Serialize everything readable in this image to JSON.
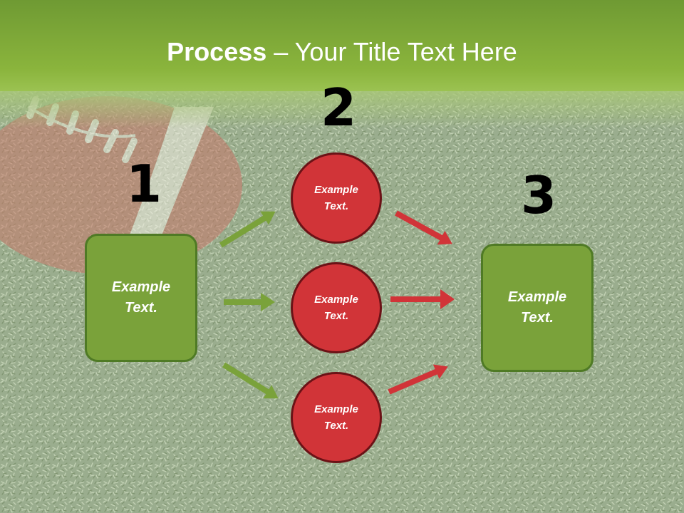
{
  "title": {
    "bold": "Process",
    "rest": " – Your Title Text Here"
  },
  "steps": {
    "one": "1",
    "two": "2",
    "three": "3"
  },
  "nodes": {
    "left": "Example Text.",
    "top": "Example Text.",
    "middle": "Example Text.",
    "bottom": "Example Text.",
    "right": "Example Text."
  },
  "colors": {
    "green_box": "#7aa23a",
    "green_arrow": "#7aa23a",
    "red_circle": "#d13438",
    "red_arrow": "#d13438",
    "header_green": "#8ab43c"
  }
}
